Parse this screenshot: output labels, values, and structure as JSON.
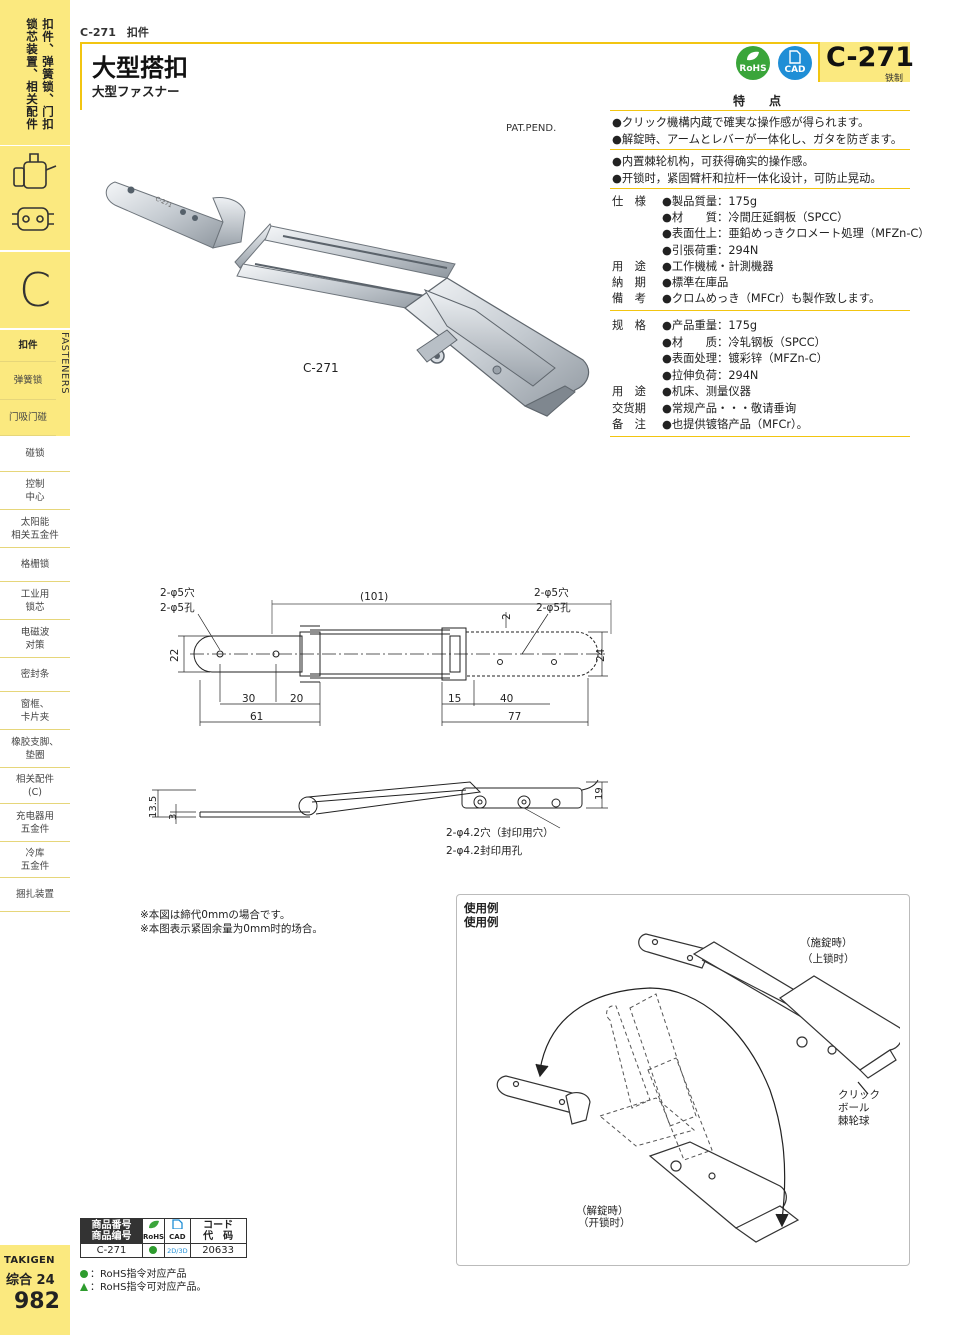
{
  "sidebar": {
    "category_col1": "扣件、弹簧锁、门扣",
    "category_col2": "锁芯装置、相关配件",
    "section_letter": "C",
    "fasteners_label": "FASTENERS",
    "nav": [
      {
        "label": "扣件",
        "active": true
      },
      {
        "label": "弹簧锁"
      },
      {
        "label": "门吸门碰"
      },
      {
        "label": "碰锁"
      },
      {
        "label": "控制\n中心"
      },
      {
        "label": "太阳能\n相关五金件"
      },
      {
        "label": "格栅锁"
      },
      {
        "label": "工业用\n锁芯"
      },
      {
        "label": "电磁波\n对策"
      },
      {
        "label": "密封条"
      },
      {
        "label": "窗框、\n卡片夹"
      },
      {
        "label": "橡胶支脚、\n垫圈"
      },
      {
        "label": "相关配件\n(C)"
      },
      {
        "label": "充电器用\n五金件"
      },
      {
        "label": "冷库\n五金件"
      },
      {
        "label": "捆扎装置"
      }
    ],
    "brand": "TAKIGEN",
    "catalog": "综合 24",
    "page_number": "982"
  },
  "header": {
    "breadcrumb": "C-271　扣件",
    "title": "大型搭扣",
    "subtitle": "大型ファスナー",
    "rohs_badge": "RoHS",
    "cad_badge": "CAD",
    "code": "C-271",
    "material": "铁制"
  },
  "features": {
    "heading": "特　点",
    "jp": [
      "●クリック機構内蔵で確実な操作感が得られます。",
      "●解錠時、アームとレバーが一体化し、ガタを防ぎます。"
    ],
    "cn": [
      "●内置棘轮机构，可获得确实的操作感。",
      "●开锁时，紧固臂杆和拉杆一体化设计，可防止晃动。"
    ]
  },
  "specs_jp": [
    {
      "label": "仕　様",
      "value": "●製品質量：175g"
    },
    {
      "label": "",
      "value": "●材　　質：冷間圧延鋼板（SPCC）"
    },
    {
      "label": "",
      "value": "●表面仕上：亜鉛めっきクロメート処理（MFZn-C）"
    },
    {
      "label": "",
      "value": "●引張荷重：294N"
    },
    {
      "label": "用　途",
      "value": "●工作機械・計測機器"
    },
    {
      "label": "納　期",
      "value": "●標準在庫品"
    },
    {
      "label": "備　考",
      "value": "●クロムめっき（MFCr）も製作致します。"
    }
  ],
  "specs_cn": [
    {
      "label": "规　格",
      "value": "●产品重量：175g"
    },
    {
      "label": "",
      "value": "●材　　质：冷轧钢板（SPCC）"
    },
    {
      "label": "",
      "value": "●表面处理：镀彩锌（MFZn-C）"
    },
    {
      "label": "",
      "value": "●拉伸负荷：294N"
    },
    {
      "label": "用　途",
      "value": "●机床、测量仪器"
    },
    {
      "label": "交货期",
      "value": "●常规产品・・・敬请垂询"
    },
    {
      "label": "备　注",
      "value": "●也提供镀铬产品（MFCr）。"
    }
  ],
  "photo": {
    "pat_pend": "PAT.PEND.",
    "label": "C-271",
    "stamp": "C-271"
  },
  "drawing_top": {
    "hole_left_jp": "2-φ5穴",
    "hole_left_cn": "2-φ5孔",
    "hole_right_jp": "2-φ5穴",
    "hole_right_cn": "2-φ5孔",
    "dim_101": "(101)",
    "dim_2": "2",
    "dim_22": "22",
    "dim_24": "24",
    "dim_30": "30",
    "dim_20": "20",
    "dim_15": "15",
    "dim_40": "40",
    "dim_61": "61",
    "dim_77": "77"
  },
  "drawing_side": {
    "dim_13_5": "13.5",
    "dim_3": "3",
    "dim_19": "19",
    "seal_jp": "2-φ4.2穴（封印用穴）",
    "seal_cn": "2-φ4.2封印用孔"
  },
  "notes": [
    "※本図は締代0mmの場合です。",
    "※本图表示紧固余量为0mm时的场合。"
  ],
  "usage": {
    "title_jp": "使用例",
    "title_cn": "使用例",
    "locked_jp": "（施錠時）",
    "locked_cn": "（上锁时）",
    "unlocked_jp": "（解錠時）",
    "unlocked_cn": "（开锁时）",
    "click_jp1": "クリック",
    "click_jp2": "ボール",
    "click_cn": "棘轮球"
  },
  "table": {
    "col1_jp": "商品番号",
    "col1_cn": "商品编号",
    "col2": "RoHS",
    "col3": "CAD",
    "col4_jp": "コード",
    "col4_cn": "代　码",
    "row_code": "C-271",
    "row_cad": "2D/3D",
    "row_number": "20633"
  },
  "legend": [
    "：RoHS指令对应产品",
    "：RoHS指令可对应产品。"
  ],
  "colors": {
    "accent_yellow": "#fbe97f",
    "rule_yellow": "#f2c511",
    "rohs_green": "#3aa53a",
    "cad_blue": "#1f8ed6"
  }
}
